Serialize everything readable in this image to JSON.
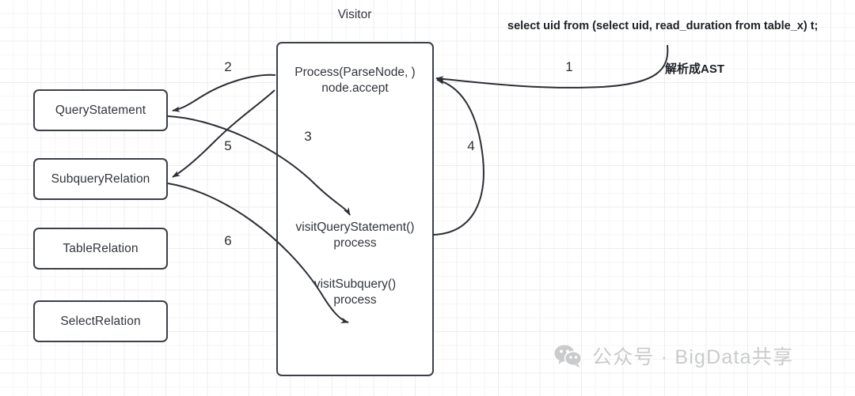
{
  "diagram": {
    "title": "Visitor",
    "sql": "select uid from (select uid, read_duration from table_x) t;",
    "ast_note": "解析成AST",
    "visitor_box": {
      "entry_label": "Process(ParseNode, )\nnode.accept",
      "visit_query_statement": "visitQueryStatement()\nprocess",
      "visit_subquery": "visitSubquery()\nprocess"
    },
    "nodes": [
      {
        "label": "QueryStatement"
      },
      {
        "label": "SubqueryRelation"
      },
      {
        "label": "TableRelation"
      },
      {
        "label": "SelectRelation"
      }
    ],
    "step_numbers": [
      "1",
      "2",
      "3",
      "4",
      "5",
      "6"
    ],
    "watermark": "公众号 · BigData共享",
    "colors": {
      "stroke": "#3b4048",
      "text": "#31353b",
      "grid": "#ededee",
      "watermark": "#c9cbcd"
    }
  }
}
